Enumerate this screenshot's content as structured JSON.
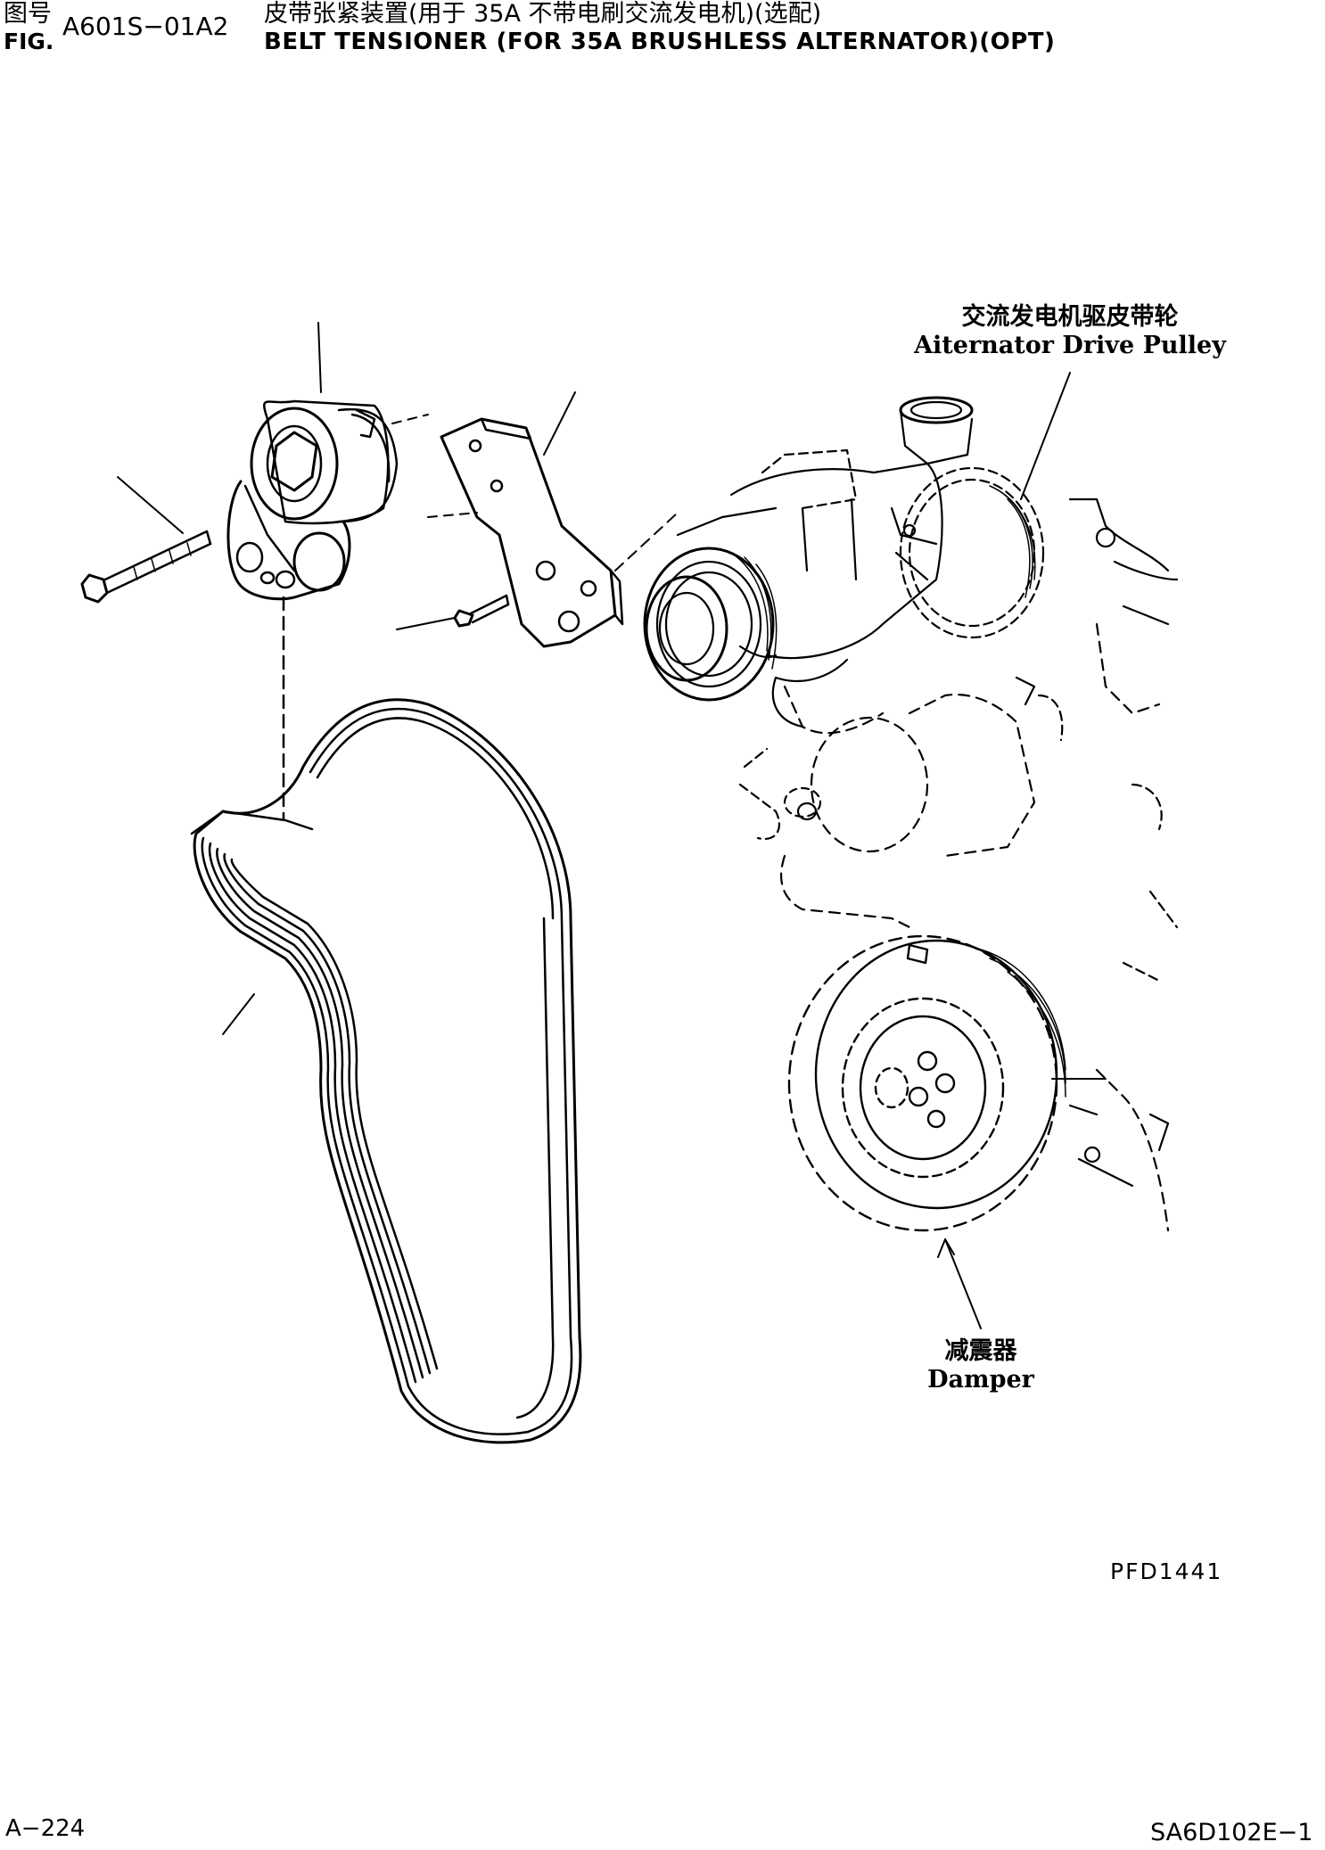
{
  "header": {
    "fig_label_cn": "图号",
    "fig_label_en": "FIG.",
    "fig_number": "A601S−01A2",
    "title_cn": "皮带张紧装置(用于 35A 不带电刷交流发电机)(选配)",
    "title_en": "BELT TENSIONER (FOR 35A BRUSHLESS ALTERNATOR)(OPT)"
  },
  "callouts": {
    "alternator_pulley_cn": "交流发电机驱皮带轮",
    "alternator_pulley_en": "Aiternator Drive Pulley",
    "damper_cn": "减震器",
    "damper_en": "Damper"
  },
  "footer": {
    "image_code": "PFD1441",
    "page_number": "A−224",
    "model_code": "SA6D102E−1"
  }
}
